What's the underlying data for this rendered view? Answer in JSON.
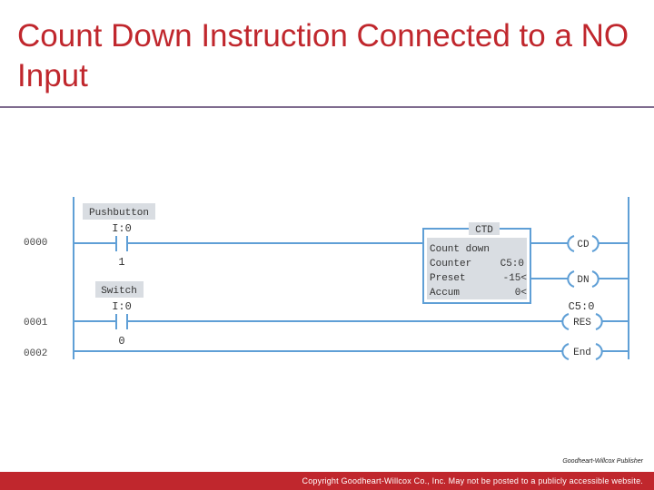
{
  "title": "Count Down Instruction Connected to a NO Input",
  "colors": {
    "title": "#c0272d",
    "rule": "#7f6c8f",
    "wire": "#5f9fd6",
    "label_bg": "#d9dde2",
    "footer": "#c0272d"
  },
  "rungs": [
    {
      "number": "0000",
      "contact": {
        "tag": "Pushbutton",
        "address": "I:0",
        "bit": "1",
        "type": "normally-open"
      },
      "instruction": {
        "header": "CTD",
        "type": "Count down",
        "counter_label": "Counter",
        "counter_value": "C5:0",
        "preset_label": "Preset",
        "preset_value": "-15<",
        "accum_label": "Accum",
        "accum_value": "0<"
      },
      "outputs": [
        "CD",
        "DN"
      ]
    },
    {
      "number": "0001",
      "contact": {
        "tag": "Switch",
        "address": "I:0",
        "bit": "0",
        "type": "normally-open"
      },
      "output_address": "C5:0",
      "output": "RES"
    },
    {
      "number": "0002",
      "output": "End"
    }
  ],
  "credit": "Goodheart-Willcox Publisher",
  "footer": "Copyright Goodheart-Willcox Co., Inc. May not be posted to a publicly accessible website."
}
